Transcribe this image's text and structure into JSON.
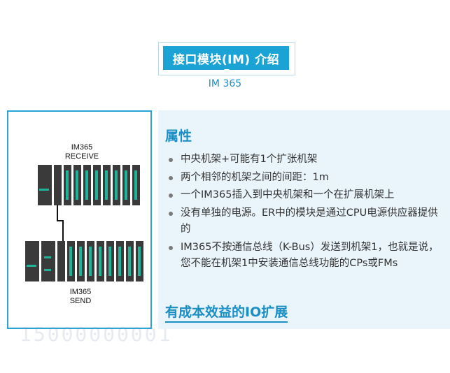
{
  "header": {
    "title": "接口模块(IM) 介绍",
    "subtitle": "IM 365"
  },
  "diagram": {
    "receive_label_line1": "IM365",
    "receive_label_line2": "RECEIVE",
    "send_label_line1": "IM365",
    "send_label_line2": "SEND",
    "watermark": "15000000001"
  },
  "properties": {
    "title": "属性",
    "items": [
      "中央机架+可能有1个扩张机架",
      "两个相邻的机架之间的间距：1m",
      "一个IM365插入到中央机架和一个在扩展机架上",
      "没有单独的电源。ER中的模块是通过CPU电源供应器提供的",
      "IM365不按通信总线（K-Bus）发送到机架1，也就是说，您不能在机架1中安装通信总线功能的CPs或FMs"
    ]
  },
  "footer": {
    "link_text": "有成本效益的IO扩展"
  },
  "colors": {
    "accent": "#1aa3d4",
    "panel_bg": "#eaf5fb",
    "module_green": "#1fb39a"
  }
}
